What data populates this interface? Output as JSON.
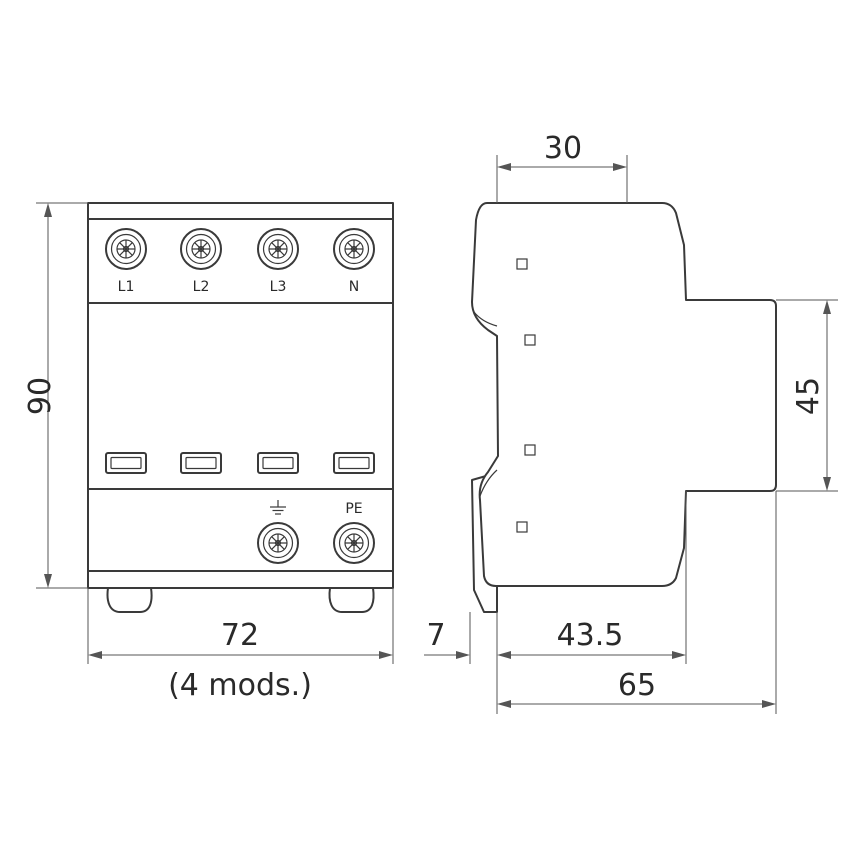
{
  "front": {
    "top_terminals": [
      "L1",
      "L2",
      "L3",
      "N"
    ],
    "bottom_terminals": {
      "pe_label": "PE"
    }
  },
  "dimensions": {
    "height": "90",
    "width": "72",
    "width_note": "(4 mods.)",
    "side_top": "30",
    "side_mid": "45",
    "rail_offset": "7",
    "depth_inner": "43.5",
    "depth_total": "65"
  }
}
